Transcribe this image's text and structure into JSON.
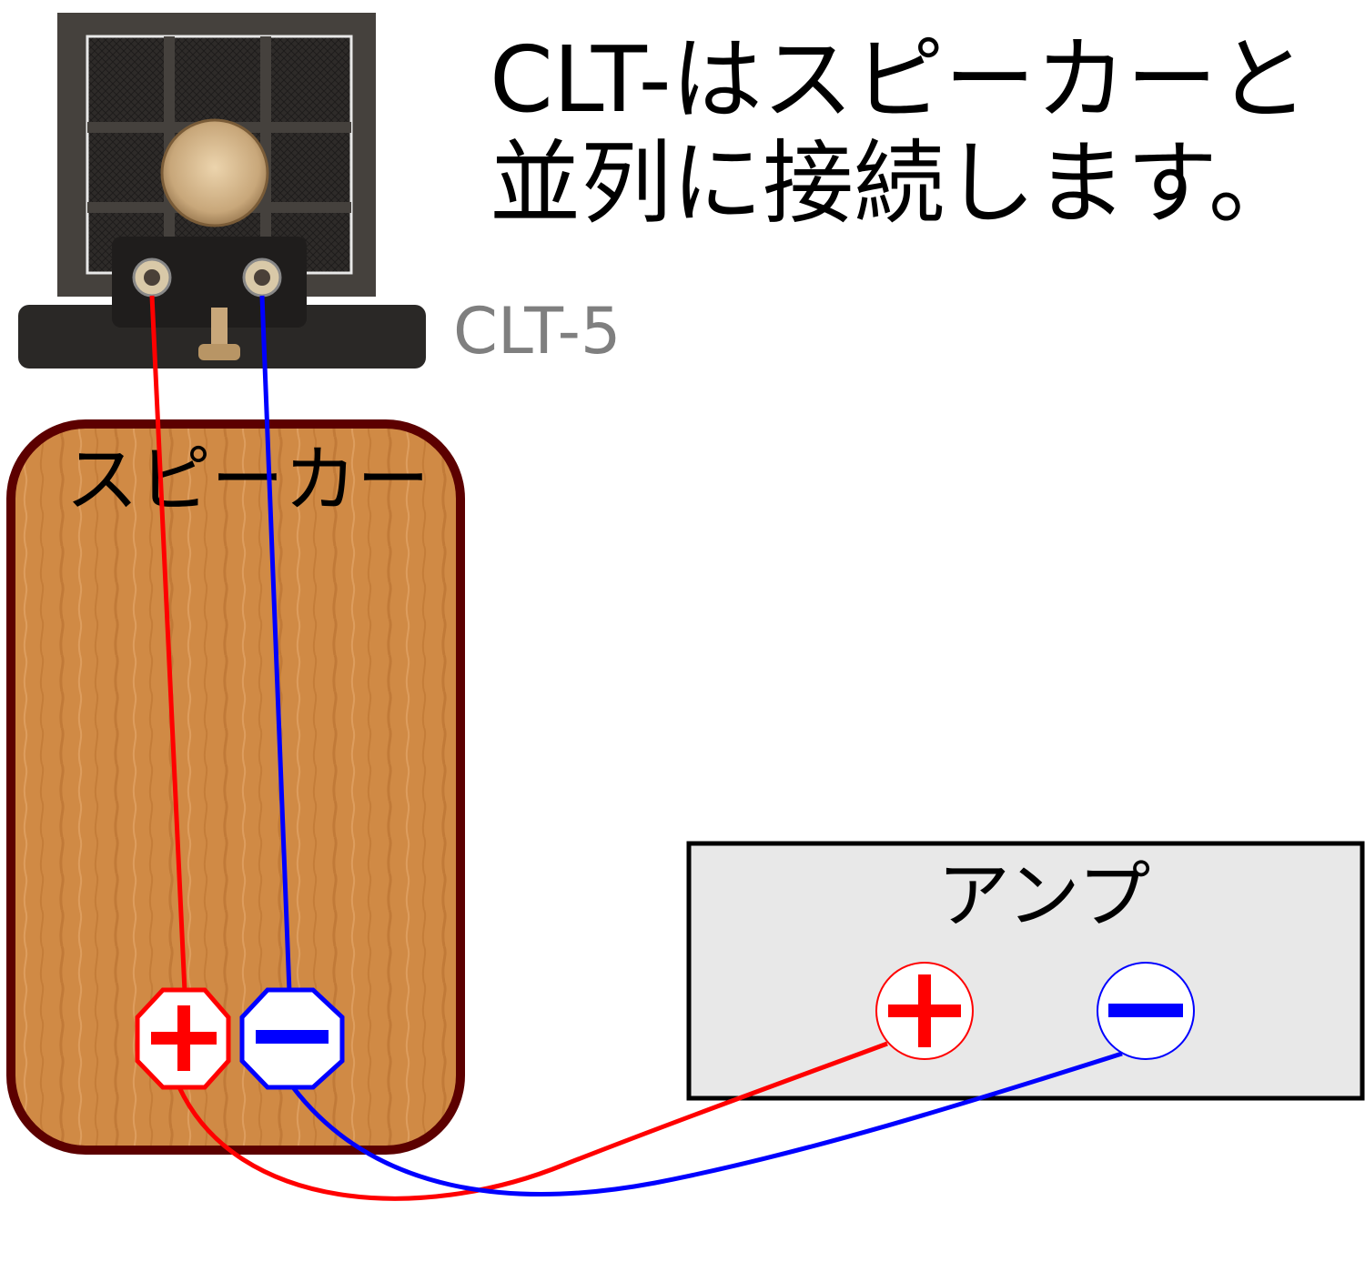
{
  "heading": {
    "line1": "CLT-はスピーカーと",
    "line2": "並列に接続します。"
  },
  "device": {
    "label": "CLT-5"
  },
  "speaker": {
    "label": "スピーカー"
  },
  "amplifier": {
    "label": "アンプ"
  },
  "colors": {
    "positive": "#ff0000",
    "negative": "#0000ff",
    "speaker_wood": "#d08a45",
    "speaker_border": "#5c0000",
    "amp_fill": "#e8e8e8",
    "device_body": "#3d3a37",
    "device_knob": "#c8a77a"
  },
  "icons": {
    "speaker_positive_terminal": "plus-octagon-icon",
    "speaker_negative_terminal": "minus-octagon-icon",
    "amp_positive_terminal": "plus-circle-icon",
    "amp_negative_terminal": "minus-circle-icon"
  }
}
